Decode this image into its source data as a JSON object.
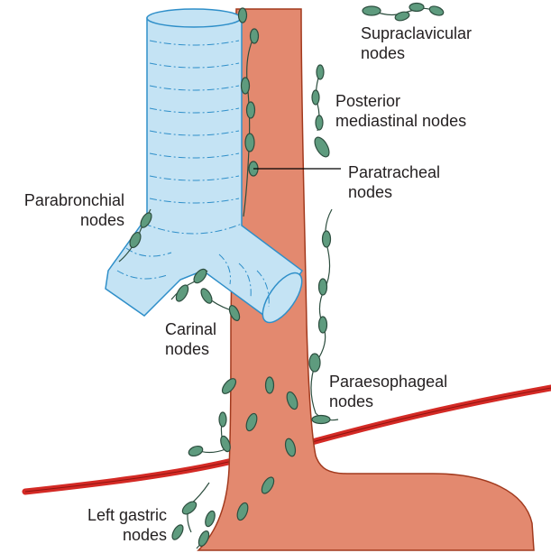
{
  "labels": {
    "supraclavicular": [
      "Supraclavicular",
      "nodes"
    ],
    "posterior_mediastinal": [
      "Posterior",
      "mediastinal nodes"
    ],
    "paratracheal": [
      "Paratracheal",
      "nodes"
    ],
    "parabronchial": [
      "Parabronchial",
      "nodes"
    ],
    "carinal": [
      "Carinal",
      "nodes"
    ],
    "paraesophageal": [
      "Paraesophageal",
      "nodes"
    ],
    "left_gastric": [
      "Left gastric",
      "nodes"
    ]
  },
  "colors": {
    "esophagus": "#e3896f",
    "esophagus_outline": "#a23a1e",
    "trachea_fill": "#c4e3f4",
    "trachea_outline": "#2f8fc9",
    "node_fill": "#5e9b7e",
    "node_outline": "#2d4e3f",
    "vessel": "#d42a25",
    "leader_line": "#000000"
  }
}
